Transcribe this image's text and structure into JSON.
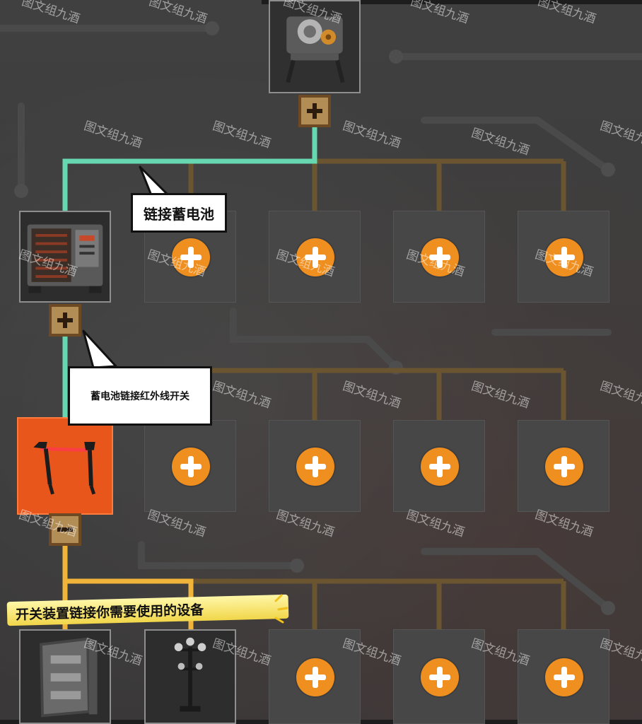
{
  "callouts": {
    "link_battery": "链接蓄电池",
    "battery_to_ir_switch": "蓄电池链接红外线开关",
    "switch_to_devices": "开关装置链接你需要使用的设备"
  },
  "watermark": "图文组九酒",
  "icons": {
    "top_device": "generator-device-icon",
    "battery": "battery-device-icon",
    "ir_switch": "infrared-tripwire-switch-icon",
    "door": "metal-door-icon",
    "lamp": "lamp-post-icon",
    "add": "plus-icon",
    "expand": "expand-toggle-icon",
    "collapse": "collapse-toggle-icon"
  },
  "colors": {
    "active_slot": "#e8561c",
    "add_button": "#ef8f1f",
    "wire_active_teal": "#66d7b0",
    "wire_active_orange": "#f0b43a",
    "wire_inactive": "#6b5430",
    "toggle_fill": "#b28d56",
    "banner_yellow": "#f7e36a"
  }
}
